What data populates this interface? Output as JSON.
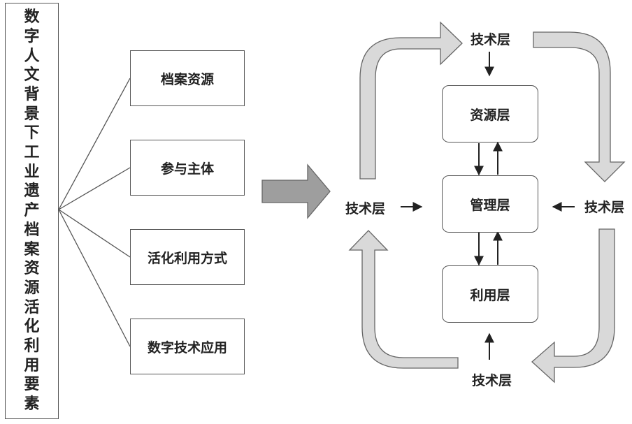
{
  "title_chars": [
    "数",
    "字",
    "人",
    "文",
    "背",
    "景",
    "下",
    "工",
    "业",
    "遗",
    "产",
    "档",
    "案",
    "资",
    "源",
    "活",
    "化",
    "利",
    "用",
    "要",
    "素"
  ],
  "elements": [
    "档案资源",
    "参与主体",
    "活化利用方式",
    "数字技术应用"
  ],
  "layers": {
    "resource": "资源层",
    "management": "管理层",
    "utilization": "利用层"
  },
  "tech": {
    "top": "技术层",
    "left": "技术层",
    "right": "技术层",
    "bottom": "技术层"
  },
  "colors": {
    "flow_arrow_fill": "#d9d9d9",
    "big_arrow_fill": "#9e9e9e",
    "stroke": "#555555"
  }
}
